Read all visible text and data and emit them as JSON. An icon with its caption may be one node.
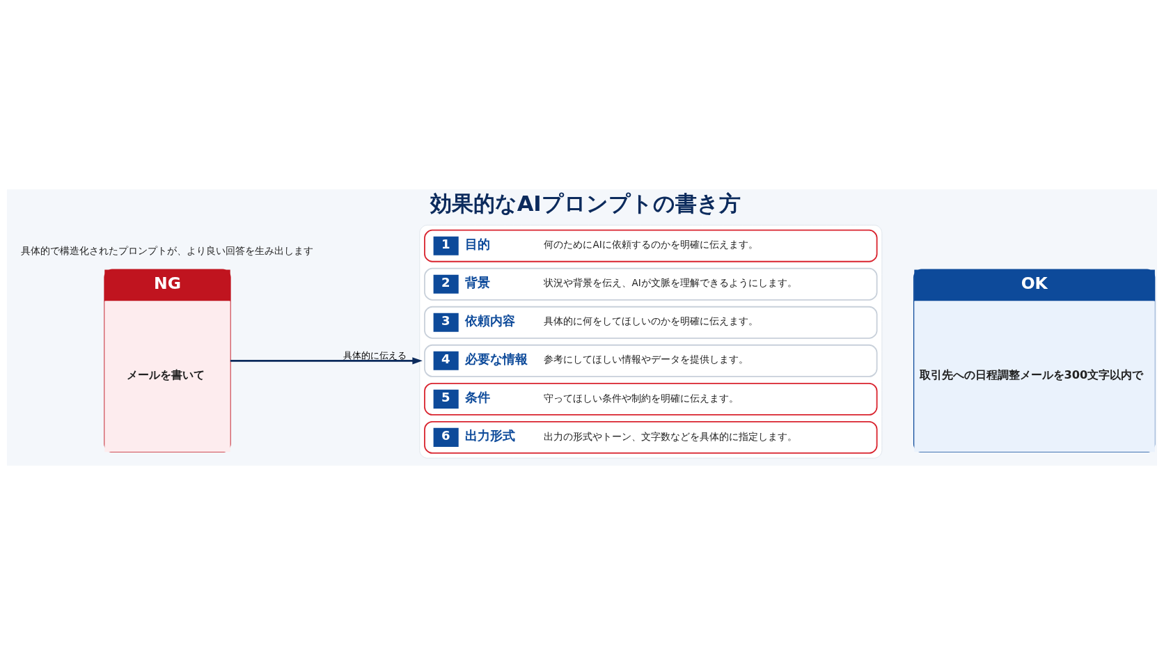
{
  "diagram": {
    "title": "効果的なAIプロンプトの書き方",
    "nodes": [
      {
        "text": [
          "NG",
          "メールを書いて"
        ]
      },
      {
        "text": [],
        "shape": "box"
      },
      {
        "text": [
          "1",
          "目的",
          "何のためにAIに依頼するのかを明確に伝えます。"
        ],
        "in": 1
      },
      {
        "text": [
          "2",
          "背景",
          "状況や背景を伝え、AIが文脈を理解できるようにします。"
        ],
        "in": 1
      },
      {
        "text": [
          "3",
          "依頼内容",
          "具体的に何をしてほしいのかを明確に伝えます。"
        ],
        "in": 1
      },
      {
        "text": [
          "4",
          "必要な情報",
          "参考にしてほしい情報やデータを提供します。"
        ],
        "in": 1
      },
      {
        "text": [
          "5",
          "条件",
          "守ってほしい条件や制約を明確に伝えます。"
        ],
        "in": 1
      },
      {
        "text": [
          "6",
          "出力形式",
          "出力の形式やトーン、文字数などを具体的に指定します。"
        ],
        "in": 1
      },
      {
        "text": [
          "OK",
          "取引先への日程調整メールを300文字以内で"
        ]
      }
    ],
    "edges": [
      {
        "from": 0,
        "to": 1,
        "arrow": "to",
        "label": "具体的に伝える"
      }
    ],
    "labels": [
      "具体的で構造化されたプロンプトが、より良い回答を生み出します"
    ]
  }
}
